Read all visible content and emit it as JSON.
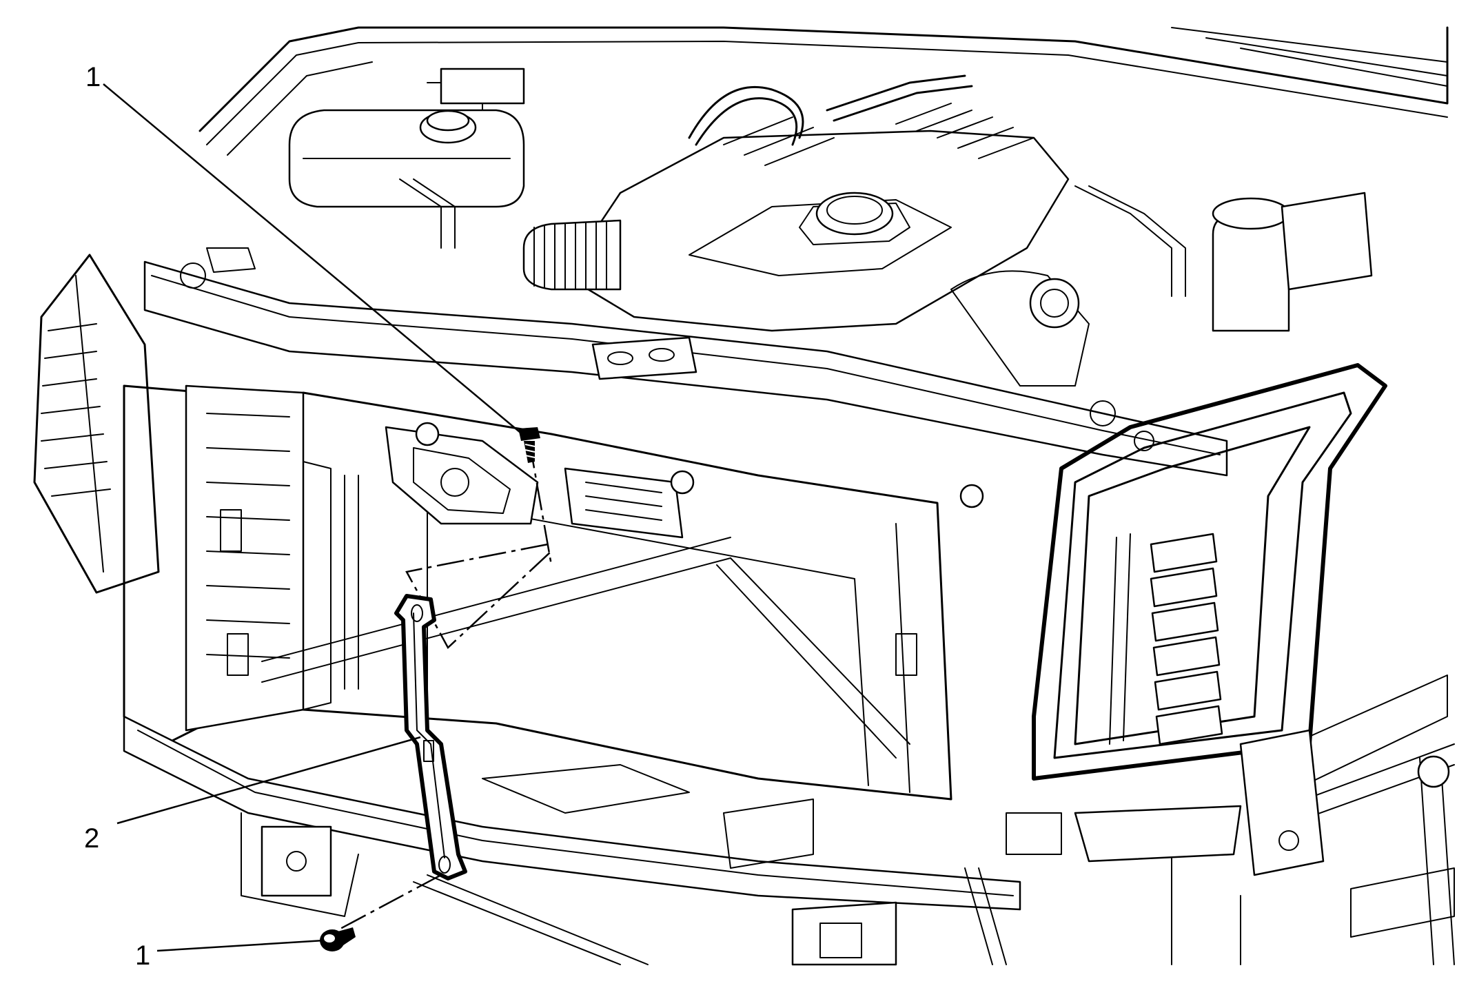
{
  "figure": {
    "callouts": [
      {
        "label": "1"
      },
      {
        "label": "2"
      },
      {
        "label": "1"
      }
    ]
  }
}
